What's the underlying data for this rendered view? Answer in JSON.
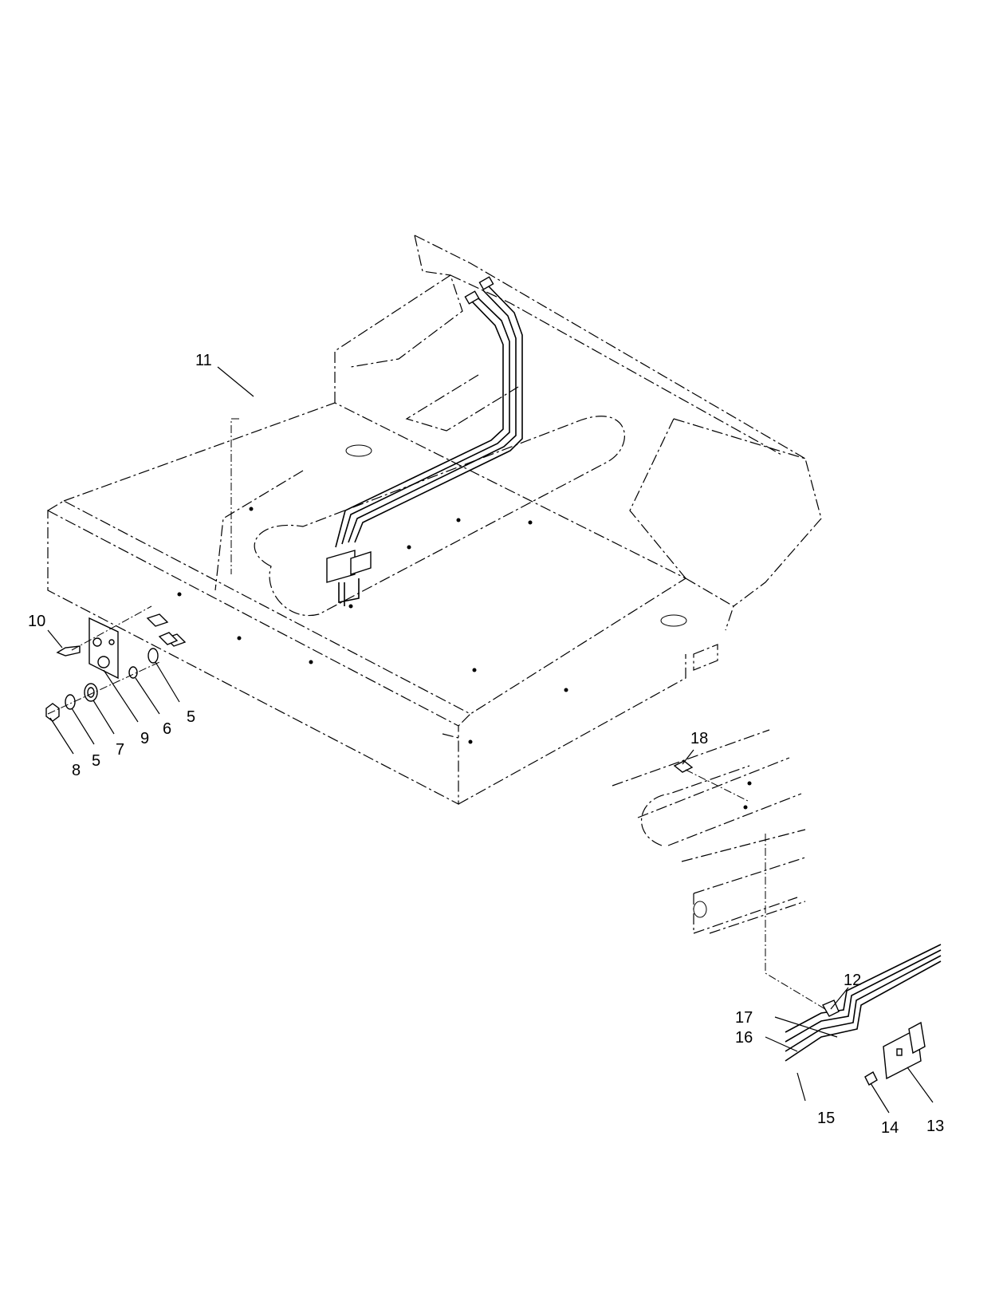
{
  "callouts": [
    {
      "id": "c11",
      "label": "11"
    },
    {
      "id": "c10",
      "label": "10"
    },
    {
      "id": "c5a",
      "label": "5"
    },
    {
      "id": "c6",
      "label": "6"
    },
    {
      "id": "c9",
      "label": "9"
    },
    {
      "id": "c7",
      "label": "7"
    },
    {
      "id": "c5b",
      "label": "5"
    },
    {
      "id": "c8",
      "label": "8"
    },
    {
      "id": "c18",
      "label": "18"
    },
    {
      "id": "c12",
      "label": "12"
    },
    {
      "id": "c17",
      "label": "17"
    },
    {
      "id": "c16",
      "label": "16"
    },
    {
      "id": "c15",
      "label": "15"
    },
    {
      "id": "c14",
      "label": "14"
    },
    {
      "id": "c13",
      "label": "13"
    }
  ]
}
